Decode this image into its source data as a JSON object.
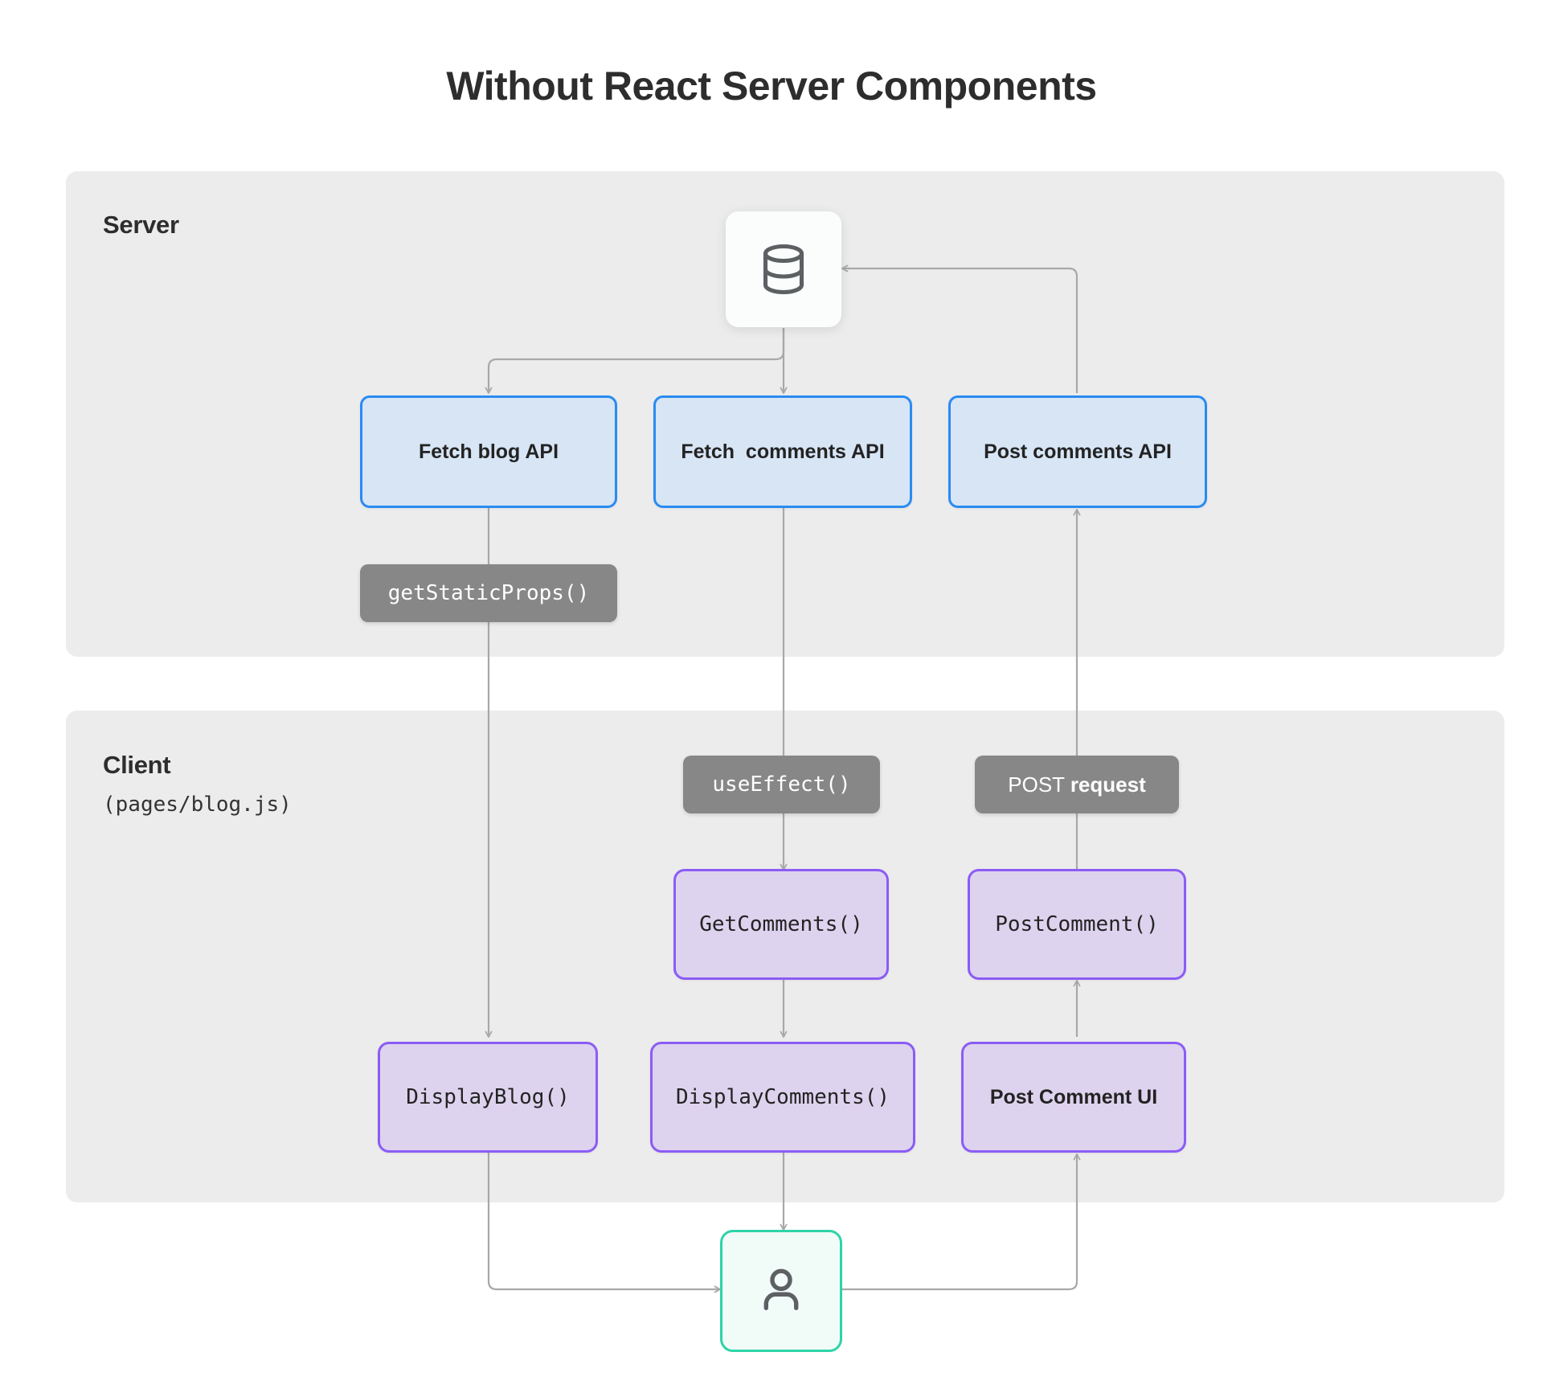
{
  "title": "Without React Server Components",
  "panels": {
    "server": {
      "label": "Server"
    },
    "client": {
      "label": "Client",
      "sublabel": "(pages/blog.js)"
    }
  },
  "icons": {
    "database": "database-icon",
    "user": "user-icon"
  },
  "api_nodes": [
    {
      "id": "fetch-blog-api",
      "label": "Fetch blog API"
    },
    {
      "id": "fetch-comments-api",
      "label": "Fetch  comments API"
    },
    {
      "id": "post-comments-api",
      "label": "Post comments API"
    }
  ],
  "pills": [
    {
      "id": "get-static-props",
      "label": "getStaticProps()",
      "style": "mono"
    },
    {
      "id": "use-effect",
      "label": "useEffect()",
      "style": "mono"
    },
    {
      "id": "post-request",
      "label_plain": "POST ",
      "label_bold": "request",
      "style": "sans"
    }
  ],
  "client_nodes": [
    {
      "id": "get-comments",
      "label": "GetComments()",
      "style": "mono"
    },
    {
      "id": "post-comment",
      "label": "PostComment()",
      "style": "mono"
    },
    {
      "id": "display-blog",
      "label": "DisplayBlog()",
      "style": "mono"
    },
    {
      "id": "display-comments",
      "label": "DisplayComments()",
      "style": "mono"
    },
    {
      "id": "post-comment-ui",
      "label": "Post Comment UI",
      "style": "sans"
    }
  ],
  "colors": {
    "api_border": "#2a8bf2",
    "api_fill": "#d7e5f5",
    "client_border": "#8b5cf6",
    "client_fill": "#ded3ee",
    "user_border": "#2dd4a8",
    "pill_bg": "#878787",
    "panel_bg": "#ececec",
    "wire": "#a8a8a8",
    "title_color": "#2d2d2d"
  }
}
